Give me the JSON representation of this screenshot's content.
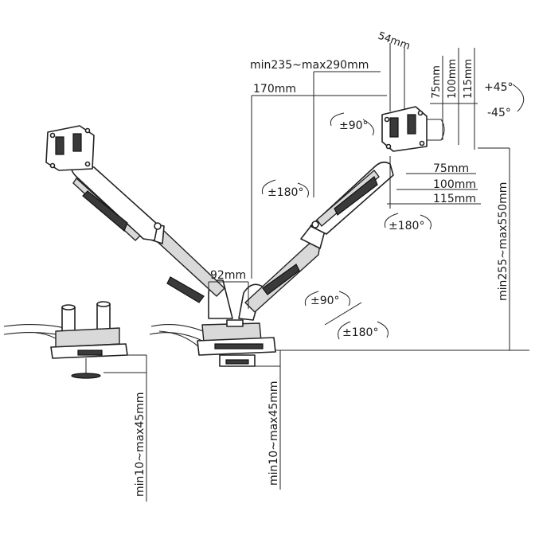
{
  "dimensions": {
    "vesa_offset": "54mm",
    "arm_length": "min235~max290mm",
    "arm_segment": "170mm",
    "vesa_75_v": "75mm",
    "vesa_100_v": "100mm",
    "vesa_115_v": "115mm",
    "vesa_75_h": "75mm",
    "vesa_100_h": "100mm",
    "vesa_115_h": "115mm",
    "tilt_up": "+45°",
    "tilt_down": "-45°",
    "height_range": "min255~max550mm",
    "pole_width": "92mm",
    "desk_clamp_left": "min10~max45mm",
    "desk_clamp_right": "min10~max45mm"
  },
  "rotations": {
    "rotate_top": "±90°",
    "swivel_mid": "±180°",
    "swivel_right": "±180°",
    "rotate_base": "±90°",
    "swivel_base": "±180°"
  }
}
